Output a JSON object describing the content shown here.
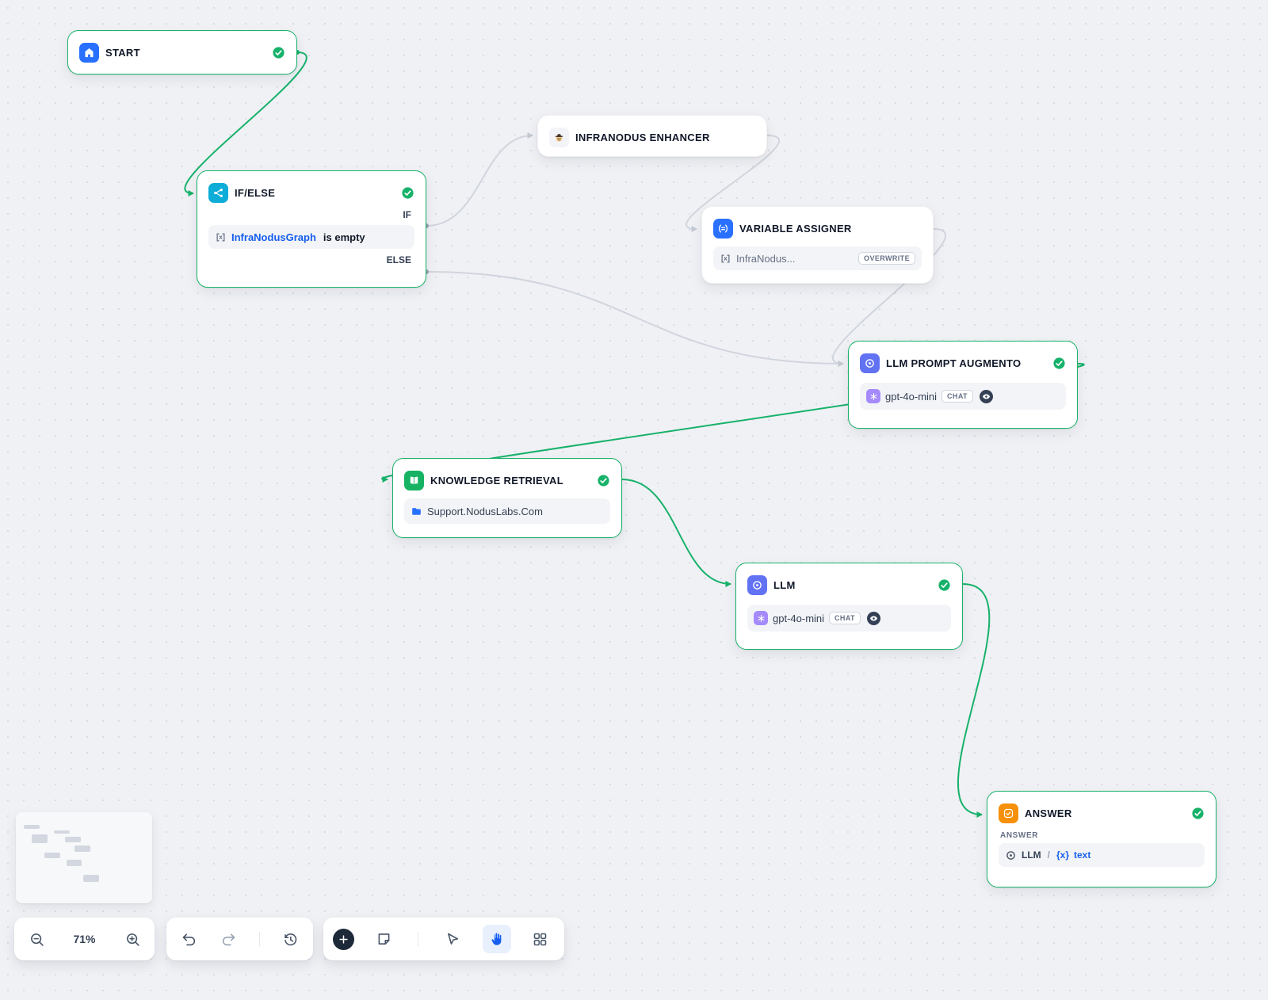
{
  "nodes": {
    "start": {
      "title": "START"
    },
    "infranodus_enhancer": {
      "title": "INFRANODUS ENHANCER"
    },
    "if_else": {
      "title": "IF/ELSE",
      "if_label": "IF",
      "else_label": "ELSE",
      "condition_variable": "InfraNodusGraph",
      "condition_operator": "is empty"
    },
    "variable_assigner": {
      "title": "VARIABLE ASSIGNER",
      "variable": "InfraNodus...",
      "write_mode": "OVERWRITE"
    },
    "llm_prompt_augmento": {
      "title": "LLM PROMPT AUGMENTO",
      "model": "gpt-4o-mini",
      "mode": "CHAT"
    },
    "knowledge_retrieval": {
      "title": "KNOWLEDGE RETRIEVAL",
      "dataset": "Support.NodusLabs.Com"
    },
    "llm": {
      "title": "LLM",
      "model": "gpt-4o-mini",
      "mode": "CHAT"
    },
    "answer": {
      "title": "ANSWER",
      "output_label": "ANSWER",
      "variable_node": "LLM",
      "variable_separator": "/",
      "variable_prefix": "{x}",
      "variable_name": "text"
    }
  },
  "toolbar": {
    "zoom_level": "71%"
  },
  "icons": {
    "start": "home-icon",
    "if_else": "branch-split-icon",
    "infranodus_enhancer": "detective-emoji-icon",
    "variable_assigner": "variable-assign-icon",
    "llm": "llm-circle-icon",
    "knowledge_retrieval": "open-book-icon",
    "answer": "check-square-icon",
    "model_provider": "openai-asterisk-icon",
    "status": "success-check-icon"
  },
  "colors": {
    "success_green": "#17b26a",
    "edge_gray": "#d0d5dd",
    "accent_blue": "#155eef",
    "start_icon_bg": "#2970ff",
    "ifelse_icon_bg": "#0eadd8",
    "assigner_icon_bg": "#2970ff",
    "llm_icon_bg": "#6172f3",
    "knowledge_icon_bg": "#16b364",
    "answer_icon_bg": "#f79009",
    "model_icon_bg": "#a48afb"
  }
}
